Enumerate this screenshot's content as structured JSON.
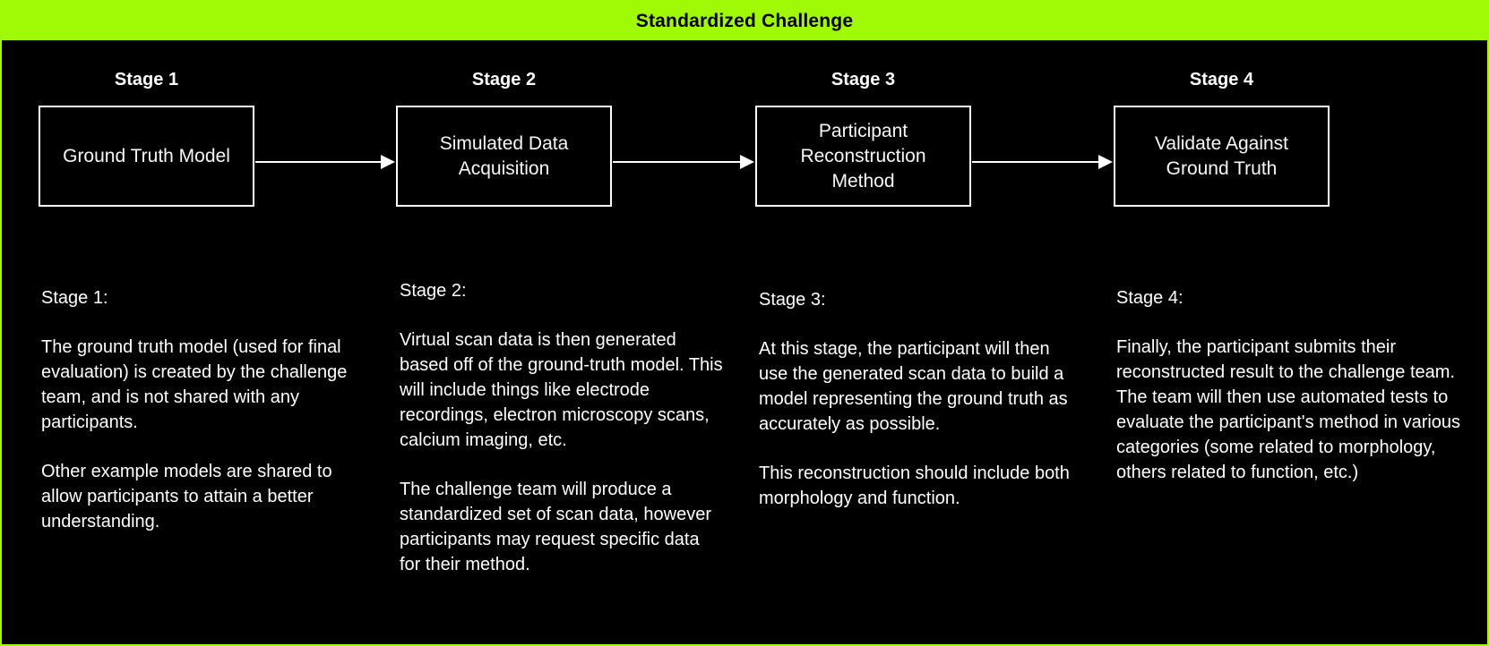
{
  "title": "Standardized Challenge",
  "colors": {
    "header_bg": "#A0FA05",
    "canvas_bg": "#000000",
    "canvas_border": "#A0FA05",
    "text": "#FFFFFF",
    "header_text": "#000000",
    "node_border": "#FFFFFF"
  },
  "stages": [
    {
      "label": "Stage 1",
      "box_text": "Ground Truth Model",
      "desc_heading": "Stage 1:",
      "desc_paragraphs": [
        "The ground truth model (used for final evaluation) is created by the challenge team, and is not shared with any participants.",
        "Other example models are shared to allow participants to attain a better understanding."
      ]
    },
    {
      "label": "Stage 2",
      "box_text": "Simulated Data Acquisition",
      "desc_heading": "Stage 2:",
      "desc_paragraphs": [
        "Virtual scan data is then generated based off of the ground-truth model. This will include things like electrode recordings, electron microscopy scans, calcium imaging, etc.",
        "The challenge team will produce a standardized set of scan data, however participants may request specific data for their method."
      ]
    },
    {
      "label": "Stage 3",
      "box_text": "Participant Reconstruction Method",
      "desc_heading": "Stage 3:",
      "desc_paragraphs": [
        "At this stage, the participant will then use the generated scan data to build a model representing the ground truth as accurately as possible.",
        "This reconstruction should include both morphology and function."
      ]
    },
    {
      "label": "Stage 4",
      "box_text": "Validate Against Ground Truth",
      "desc_heading": "Stage 4:",
      "desc_paragraphs": [
        "Finally, the participant submits their reconstructed result to the challenge team. The team will then use automated tests to evaluate the participant's method in various categories (some related to morphology, others related to function, etc.)"
      ]
    }
  ]
}
